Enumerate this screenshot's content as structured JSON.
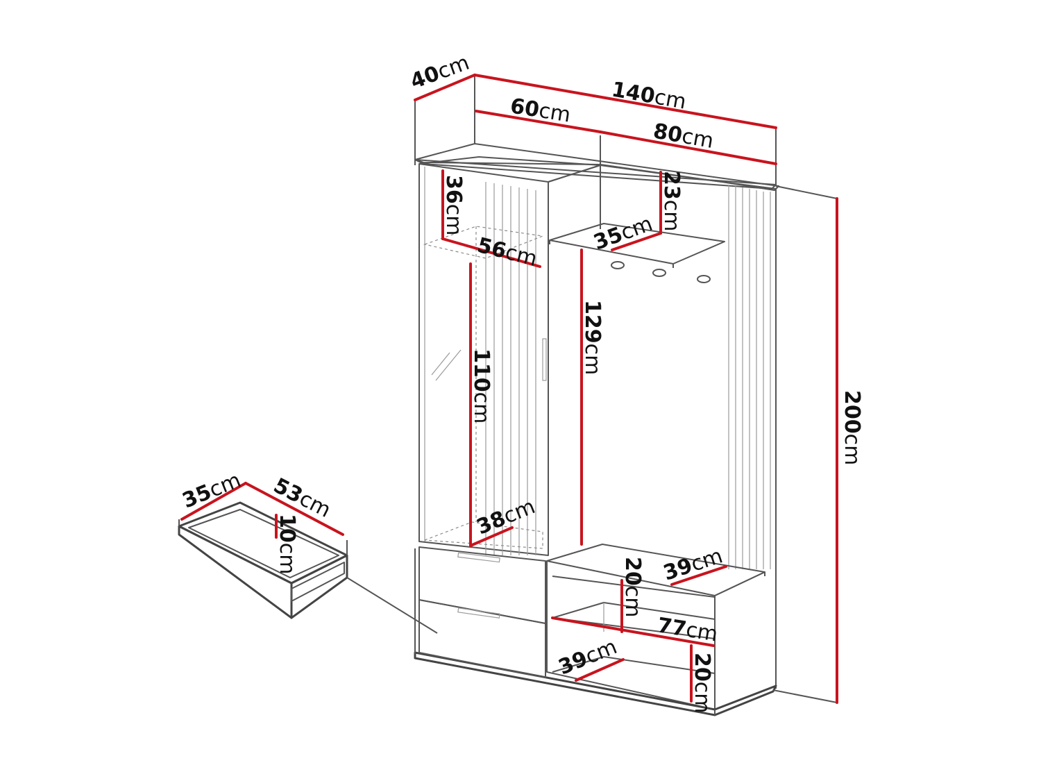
{
  "dimensions": {
    "depth_top": {
      "num": "40",
      "unit": "cm"
    },
    "width_total": {
      "num": "140",
      "unit": "cm"
    },
    "width_left": {
      "num": "60",
      "unit": "cm"
    },
    "width_right": {
      "num": "80",
      "unit": "cm"
    },
    "height_total": {
      "num": "200",
      "unit": "cm"
    },
    "top_comp_h": {
      "num": "36",
      "unit": "cm"
    },
    "top_comp_w": {
      "num": "56",
      "unit": "cm"
    },
    "door_h": {
      "num": "110",
      "unit": "cm"
    },
    "cab_depth": {
      "num": "38",
      "unit": "cm"
    },
    "shelf_gap": {
      "num": "23",
      "unit": "cm"
    },
    "shelf_depth": {
      "num": "35",
      "unit": "cm"
    },
    "hanger_h": {
      "num": "129",
      "unit": "cm"
    },
    "bench_h": {
      "num": "20",
      "unit": "cm"
    },
    "bench_depth": {
      "num": "39",
      "unit": "cm"
    },
    "bench_w": {
      "num": "77",
      "unit": "cm"
    },
    "lower_depth": {
      "num": "39",
      "unit": "cm"
    },
    "lower_h": {
      "num": "20",
      "unit": "cm"
    },
    "drawer_depth": {
      "num": "35",
      "unit": "cm"
    },
    "drawer_w": {
      "num": "53",
      "unit": "cm"
    },
    "drawer_h": {
      "num": "10",
      "unit": "cm"
    }
  }
}
